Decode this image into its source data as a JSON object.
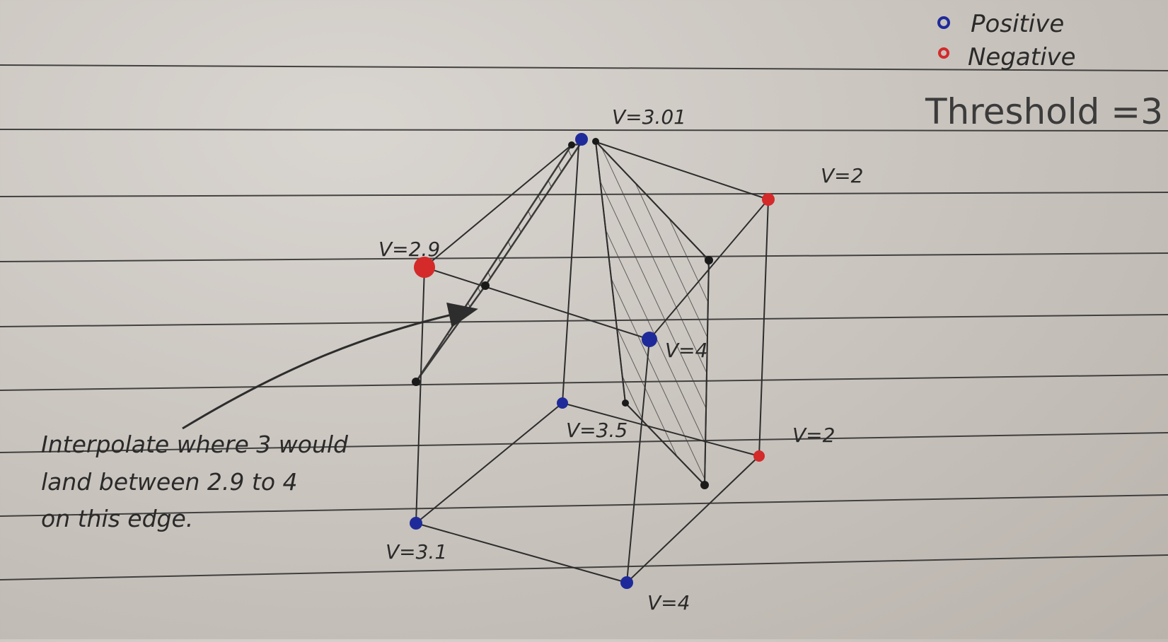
{
  "legend": {
    "positive_label": "Positive",
    "negative_label": "Negative",
    "threshold_label": "Threshold =3",
    "positive_color": "#1f2a9a",
    "negative_color": "#d42a2a"
  },
  "vertices": {
    "top": "V=3.01",
    "right_top": "V=2",
    "left_top": "V=2.9",
    "center": "V=4",
    "back_bottom": "V=3.5",
    "right_bottom": "V=2",
    "left_bottom": "V=3.1",
    "front_bottom": "V=4"
  },
  "note": {
    "line1": "Interpolate where 3 would",
    "line2": "land between 2.9 to 4",
    "line3": "on this edge."
  }
}
